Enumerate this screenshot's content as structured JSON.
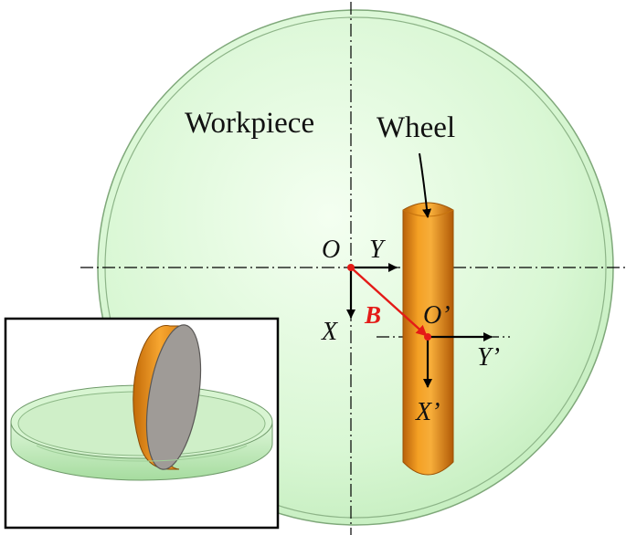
{
  "labels": {
    "workpiece": "Workpiece",
    "wheel": "Wheel",
    "origin": "O",
    "origin_prime": "O’",
    "axis_x": "X",
    "axis_y": "Y",
    "axis_x_prime": "X’",
    "axis_y_prime": "Y’",
    "vector_b": "B"
  },
  "colors": {
    "workpiece_fill": "#d9f7d4",
    "workpiece_edge": "#7fa87a",
    "wheel_orange": "#f29a1c",
    "wheel_dark": "#b85f08",
    "wheel_face": "#a09c97",
    "vector_red": "#e41b17",
    "axis_black": "#000000"
  },
  "icons": {
    "inset": "3d-view-wheel-on-workpiece"
  }
}
